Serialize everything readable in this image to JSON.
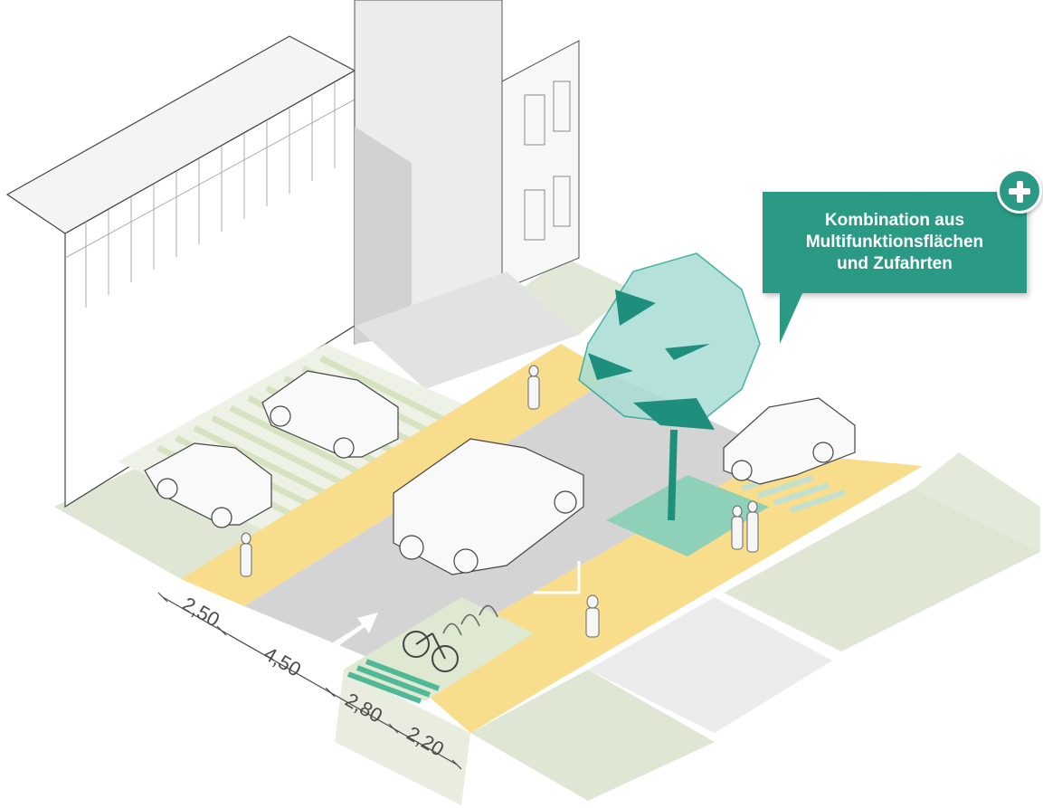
{
  "callout": {
    "text": "Kombination aus\nMultifunktionsflächen\nund Zufahrten",
    "icon": "plus-icon",
    "color": "#2a9a85"
  },
  "dimensions": [
    "2,50",
    "4,50",
    "2,80",
    "2,20"
  ],
  "colors": {
    "sidewalk": "#f7dd8c",
    "road": "#d4d4d4",
    "green_area": "#dfe6d3",
    "multifunction_area": "#8fd0b8",
    "tree": "#2aa591",
    "parking_stripes": "#dce8c8"
  }
}
